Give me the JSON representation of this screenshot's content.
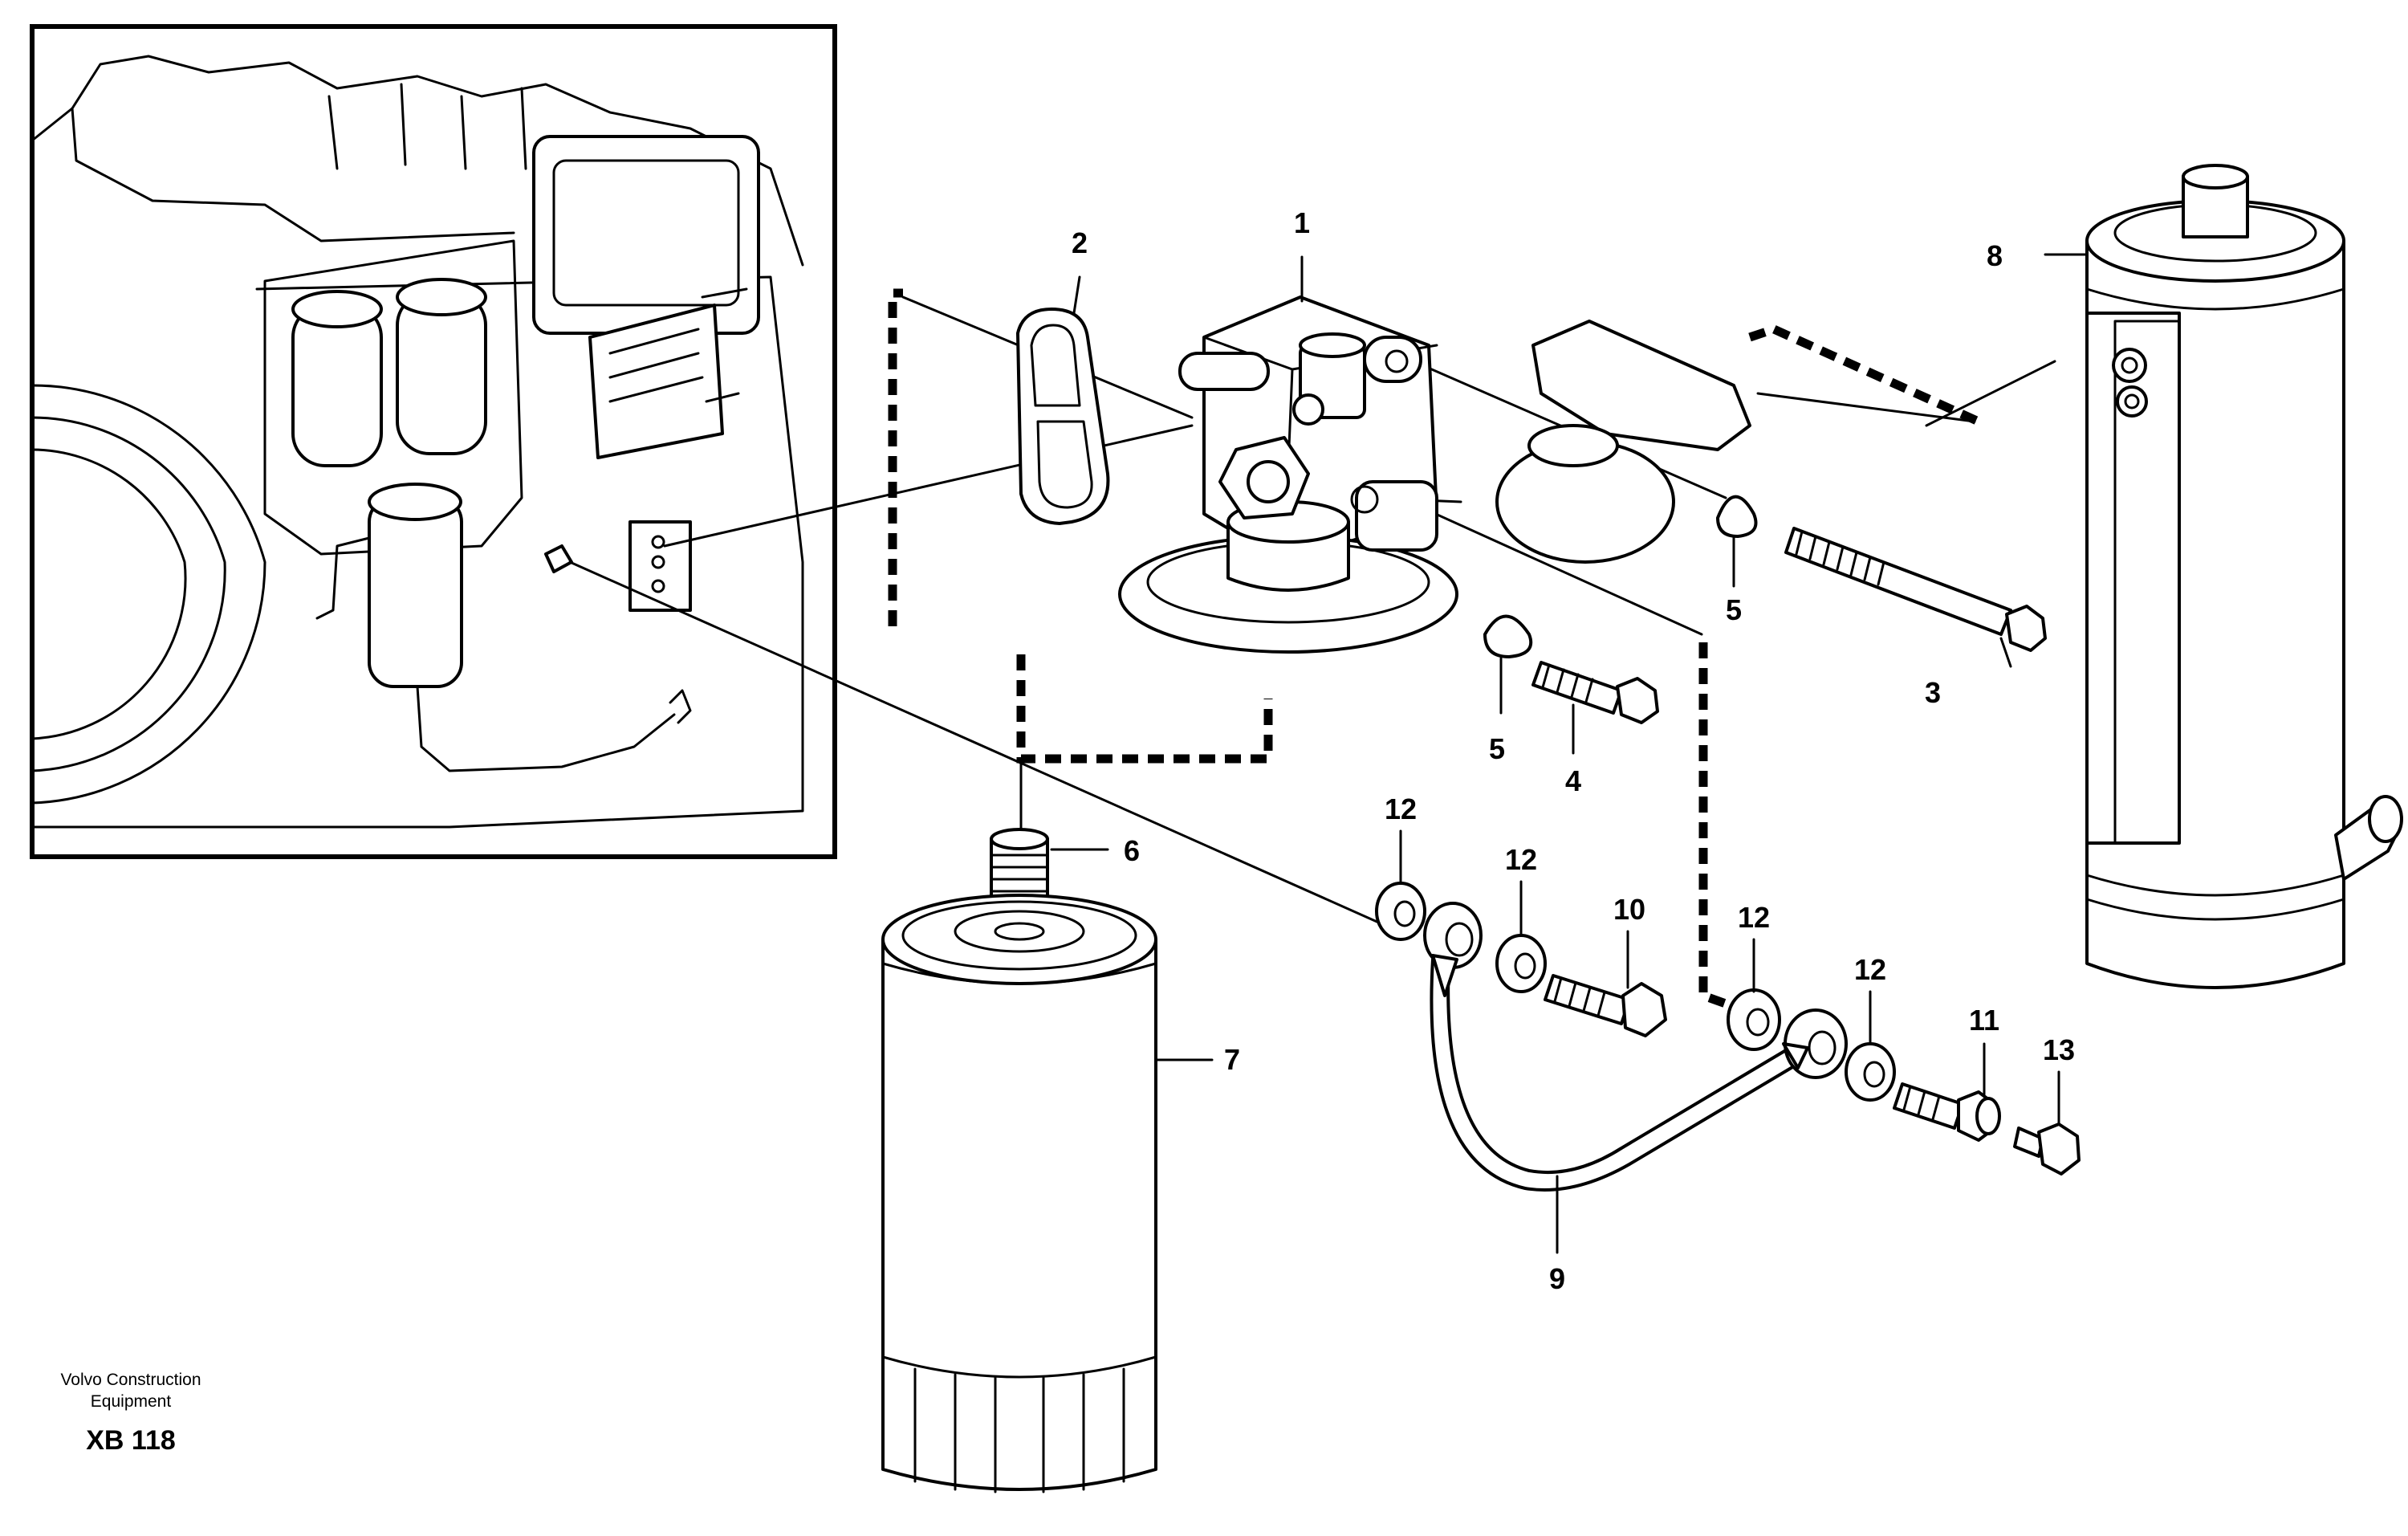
{
  "publisher": {
    "line1": "Volvo Construction",
    "line2": "Equipment"
  },
  "figure_code": "XB 118",
  "callouts": {
    "p1": "1",
    "p2": "2",
    "p3": "3",
    "p4": "4",
    "p5a": "5",
    "p5b": "5",
    "p6": "6",
    "p7": "7",
    "p8": "8",
    "p9": "9",
    "p10": "10",
    "p11": "11",
    "p12a": "12",
    "p12b": "12",
    "p12c": "12",
    "p12d": "12",
    "p13": "13"
  }
}
